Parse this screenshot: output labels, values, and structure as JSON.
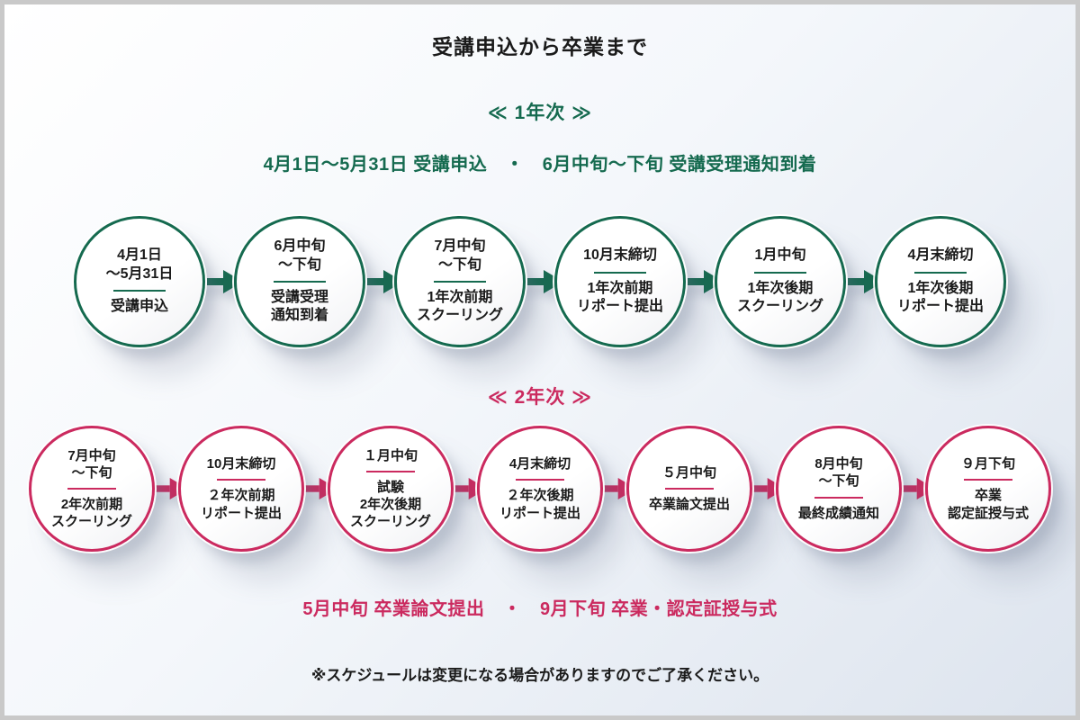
{
  "title": "受講申込から卒業まで",
  "note": "※スケジュールは変更になる場合がありますのでご了承ください。",
  "colors": {
    "year1_green": "#156a4f",
    "year2_pink": "#cb2a5f"
  },
  "year1": {
    "heading": "≪ 1年次 ≫",
    "summary": "4月1日〜5月31日 受講申込　・　6月中旬〜下旬 受講受理通知到着",
    "steps": [
      {
        "date": "4月1日\n〜5月31日",
        "label": "受講申込"
      },
      {
        "date": "6月中旬\n〜下旬",
        "label": "受講受理\n通知到着"
      },
      {
        "date": "7月中旬\n〜下旬",
        "label": "1年次前期\nスクーリング"
      },
      {
        "date": "10月末締切",
        "label": "1年次前期\nリポート提出"
      },
      {
        "date": "1月中旬",
        "label": "1年次後期\nスクーリング"
      },
      {
        "date": "4月末締切",
        "label": "1年次後期\nリポート提出"
      }
    ]
  },
  "year2": {
    "heading": "≪ 2年次 ≫",
    "summary": "5月中旬 卒業論文提出　・　9月下旬 卒業・認定証授与式",
    "steps": [
      {
        "date": "7月中旬\n〜下旬",
        "label": "2年次前期\nスクーリング"
      },
      {
        "date": "10月末締切",
        "label": "２年次前期\nリポート提出"
      },
      {
        "date": "１月中旬",
        "label": "試験\n2年次後期\nスクーリング"
      },
      {
        "date": "4月末締切",
        "label": "２年次後期\nリポート提出"
      },
      {
        "date": "５月中旬",
        "label": "卒業論文提出"
      },
      {
        "date": "8月中旬\n〜下旬",
        "label": "最終成績通知"
      },
      {
        "date": "９月下旬",
        "label": "卒業\n認定証授与式"
      }
    ]
  }
}
